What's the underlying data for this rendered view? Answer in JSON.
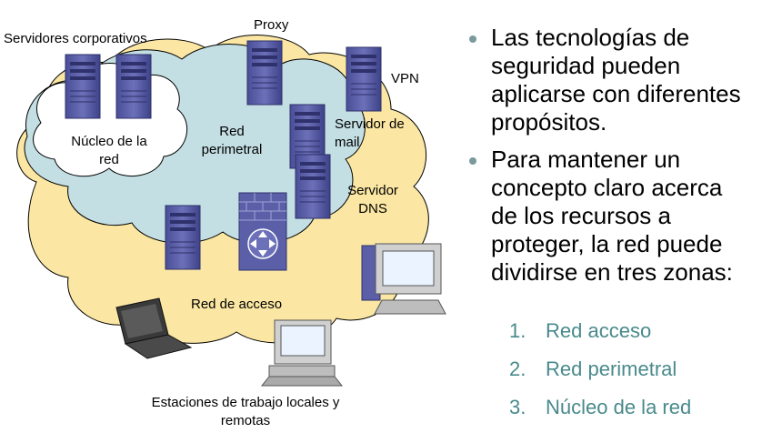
{
  "diagram": {
    "servers_label": "Servidores corporativos",
    "core_label": [
      "Núcleo de la",
      "red"
    ],
    "proxy_label": "Proxy",
    "vpn_label": "VPN",
    "perimeter_label": [
      "Red",
      "perimetral"
    ],
    "mail_label": [
      "Servidor de",
      "mail"
    ],
    "dns_label": [
      "Servidor",
      "DNS"
    ],
    "access_label": "Red de acceso",
    "workstations_label": [
      "Estaciones de trabajo locales y",
      "remotas"
    ]
  },
  "bullets": [
    [
      "Las tecnologías de",
      "seguridad pueden",
      "aplicarse con diferentes",
      "propósitos."
    ],
    [
      "Para mantener un",
      "concepto claro acerca",
      "de los recursos a",
      "proteger, la red puede",
      "dividirse en tres zonas:"
    ]
  ],
  "zones": [
    {
      "num": "1.",
      "label": "Red acceso"
    },
    {
      "num": "2.",
      "label": "Red perimetral"
    },
    {
      "num": "3.",
      "label": "Núcleo de la red"
    }
  ],
  "colors": {
    "access_cloud": "#fbe7a3",
    "perimeter_cloud": "#c4dfe3",
    "core_cloud": "#ffffff",
    "server": "#5b5fa8",
    "zone_text": "#4a8a8c",
    "bullet_dot": "#7a9a9c"
  }
}
